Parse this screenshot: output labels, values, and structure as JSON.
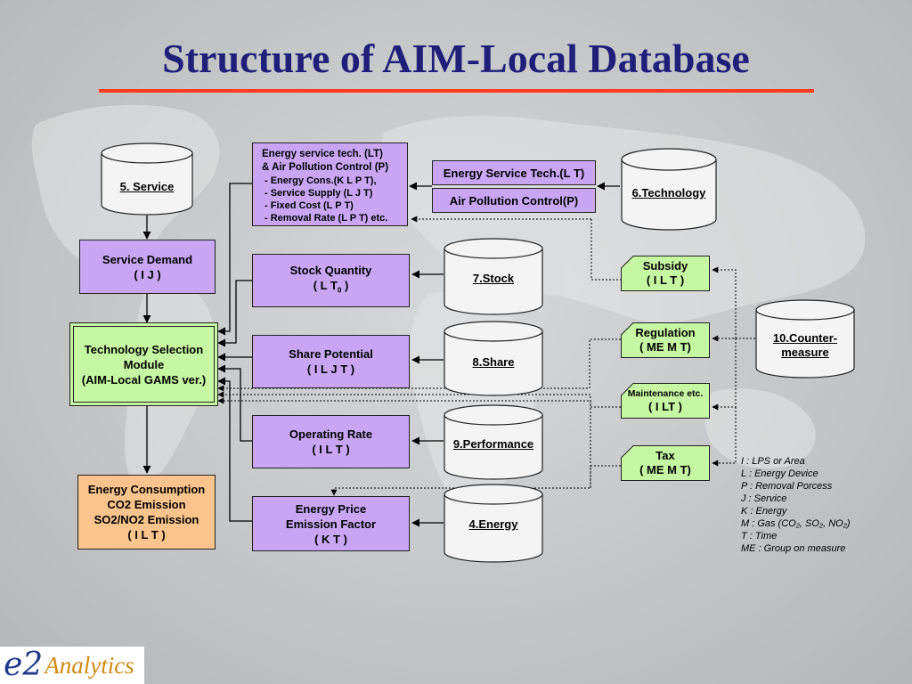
{
  "title": "Structure of AIM-Local Database",
  "databases": {
    "service": "5. Service",
    "technology": "6.Technology",
    "stock": "7.Stock",
    "share": "8.Share",
    "performance": "9.Performance",
    "energy": "4.Energy",
    "countermeasure": [
      "10.Counter-",
      "measure"
    ]
  },
  "boxes": {
    "energy_service_detail": [
      "Energy service tech. (LT)",
      "& Air Pollution Control (P)",
      "- Energy Cons.(K L P T),",
      "- Service Supply (L J T)",
      "- Fixed Cost (L P T)",
      "- Removal Rate (L P T) etc."
    ],
    "energy_service_tech": "Energy Service Tech.(L T)",
    "air_pollution_control": "Air Pollution Control(P)",
    "service_demand": [
      "Service Demand",
      "( I J )"
    ],
    "stock_quantity": [
      "Stock Quantity",
      "( L T",
      "0",
      " )"
    ],
    "share_potential": [
      "Share Potential",
      "( I L J T )"
    ],
    "operating_rate": [
      "Operating Rate",
      "( I L T )"
    ],
    "energy_price": [
      "Energy Price",
      "Emission Factor",
      "( K T )"
    ],
    "technology_selection": [
      "Technology Selection",
      "Module",
      "(AIM-Local GAMS ver.)"
    ],
    "energy_consumption": [
      "Energy Consumption",
      "CO2 Emission",
      "SO2/NO2 Emission",
      "( I  L T )"
    ]
  },
  "measures": {
    "subsidy": [
      "Subsidy",
      "( I L T )"
    ],
    "regulation": [
      "Regulation",
      "( ME M T)"
    ],
    "maintenance": [
      "Maintenance etc.",
      "( I LT )"
    ],
    "tax": [
      "Tax",
      "( ME M T)"
    ]
  },
  "legend": [
    "I : LPS or Area",
    "L : Energy Device",
    "P : Removal Porcess",
    "J : Service",
    "K : Energy",
    "M : Gas (CO₂, SO₂, NO₂)",
    "T : Time",
    "ME : Group on measure"
  ],
  "logo": {
    "mark": "e2",
    "text": "Analytics"
  },
  "colors": {
    "title": "#1f1f7a",
    "title_rule": "#ff3c1a",
    "purple_box": "#c8a6f4",
    "green_box": "#c6f7a2",
    "orange_box": "#fbc48c",
    "cylinder": "#f4f4f4"
  }
}
